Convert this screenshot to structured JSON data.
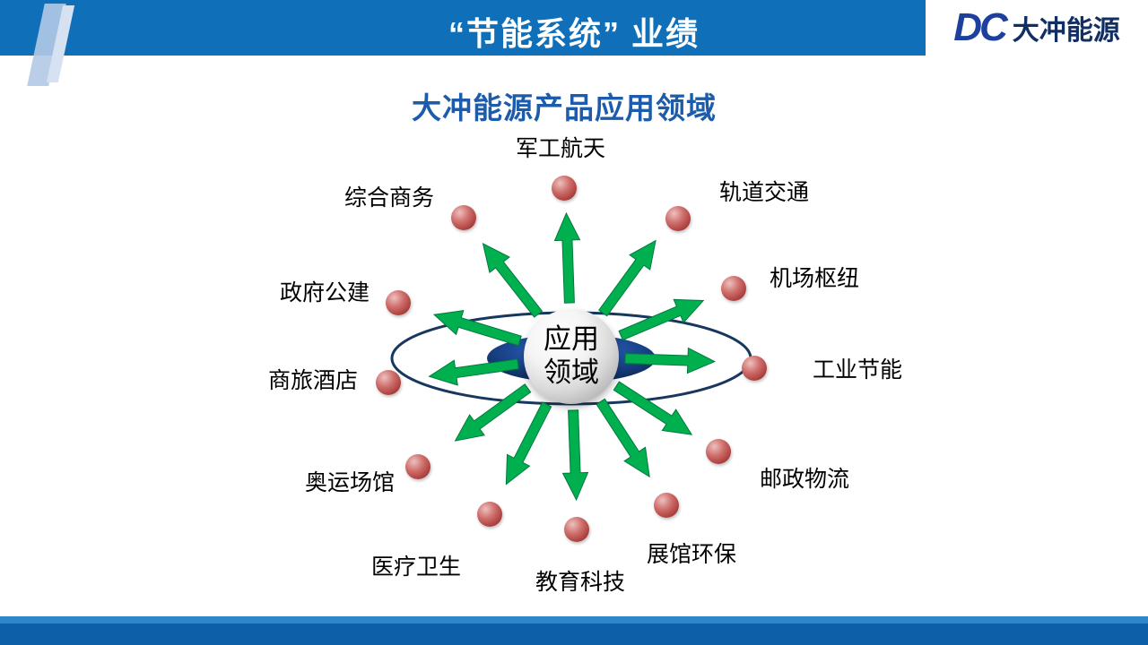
{
  "header": {
    "title": "“节能系统” 业绩",
    "logo": {
      "dc": "DC",
      "name": "大冲能源"
    }
  },
  "main": {
    "title": "大冲能源产品应用领域"
  },
  "diagram": {
    "center": {
      "line1": "应用",
      "line2": "领域"
    },
    "nodes": [
      {
        "label": "军工航天"
      },
      {
        "label": "轨道交通"
      },
      {
        "label": "机场枢纽"
      },
      {
        "label": "工业节能"
      },
      {
        "label": "邮政物流"
      },
      {
        "label": "展馆环保"
      },
      {
        "label": "教育科技"
      },
      {
        "label": "医疗卫生"
      },
      {
        "label": "奥运场馆"
      },
      {
        "label": "商旅酒店"
      },
      {
        "label": "政府公建"
      },
      {
        "label": "综合商务"
      }
    ]
  },
  "colors": {
    "header_blue": "#0f6fb8",
    "footer_blue": "#0d5fa8",
    "title_blue": "#1c5cab",
    "logo_navy": "#1d3f9e",
    "arrow_green": "#00b04f",
    "sphere_red": "#aa3d3b",
    "orbit_navy": "#17375e"
  }
}
